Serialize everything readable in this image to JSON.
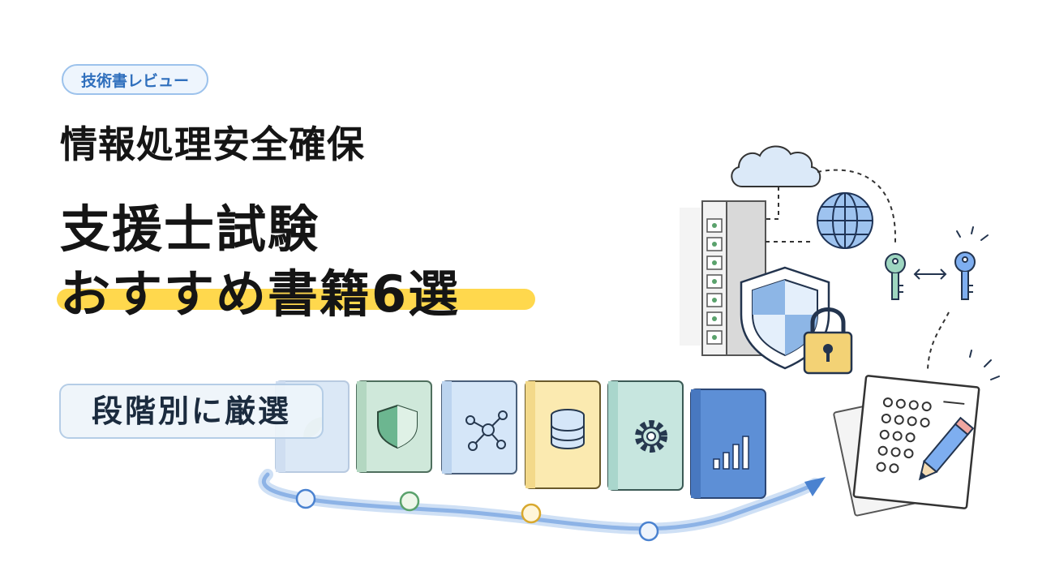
{
  "category_tag": "技術書レビュー",
  "title_line1": "情報処理安全確保",
  "title_line2": "支援士試験",
  "title_line3": "おすすめ書籍6選",
  "badge_text": "段階別に厳選",
  "colors": {
    "highlight": "#ffd84d",
    "accent_blue": "#4a82d0",
    "tag_text": "#2f6fbd",
    "ink": "#151515"
  },
  "book_icons": [
    "leaf-icon",
    "shield-icon",
    "network-icon",
    "database-icon",
    "gear-icon",
    "bar-chart-icon"
  ],
  "illustration_icons": [
    "cloud-icon",
    "server-icon",
    "globe-icon",
    "shield-icon",
    "padlock-icon",
    "key-icon",
    "key-icon",
    "exam-sheet-icon",
    "pencil-icon"
  ]
}
